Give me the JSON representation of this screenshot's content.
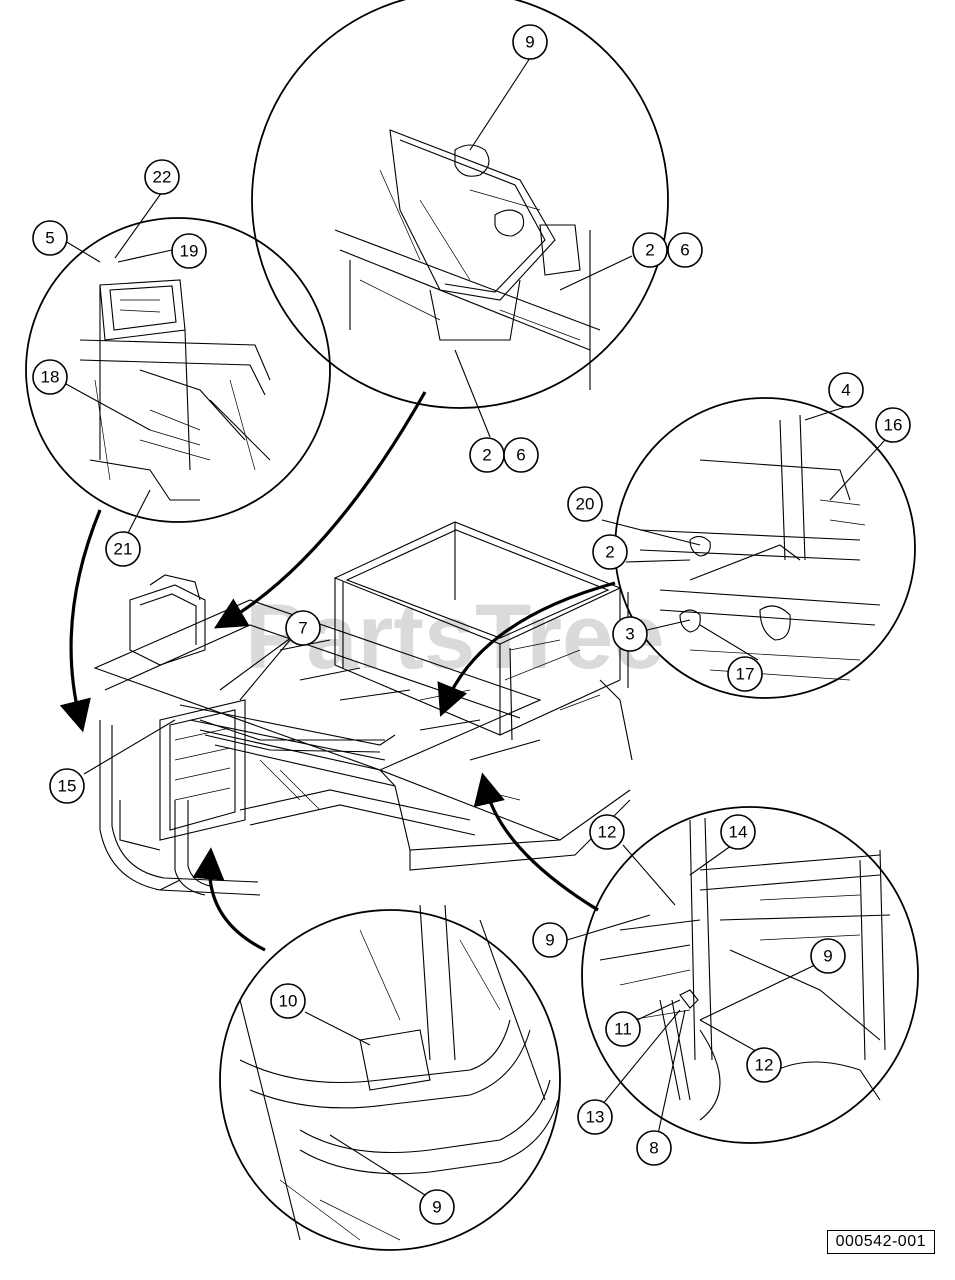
{
  "watermark": "PartsTree",
  "drawing_code": "000542-001",
  "callouts": [
    "2",
    "2",
    "2",
    "3",
    "4",
    "5",
    "6",
    "6",
    "7",
    "8",
    "9",
    "9",
    "9",
    "9",
    "10",
    "11",
    "12",
    "12",
    "13",
    "14",
    "15",
    "16",
    "17",
    "18",
    "19",
    "20",
    "21",
    "22"
  ],
  "detail_views": [
    "top-left",
    "top-center",
    "right-upper",
    "right-lower",
    "bottom-center"
  ]
}
